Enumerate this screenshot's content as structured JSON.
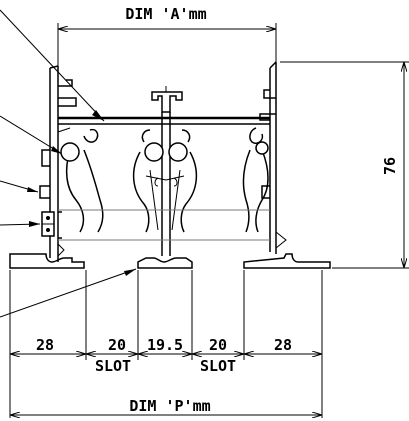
{
  "drawing": {
    "dim_a": "DIM 'A'mm",
    "dim_p": "DIM 'P'mm",
    "height": "76",
    "segments": [
      "28",
      "20",
      "19.5",
      "20",
      "28"
    ],
    "slot_label": "SLOT"
  }
}
